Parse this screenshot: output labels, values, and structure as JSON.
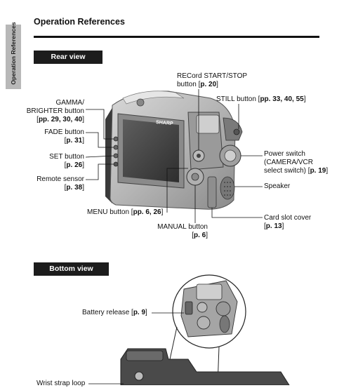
{
  "side_tab": "Operation References",
  "page_title": "Operation References",
  "rear_view": {
    "heading": "Rear view",
    "labels": {
      "record_1": "RECord START/STOP",
      "record_2a": "button [",
      "record_2b": "p. 20",
      "record_2c": "]",
      "still_a": "STILL button [",
      "still_b": "pp. 33, 40, 55",
      "still_c": "]",
      "gamma_1": "GAMMA/",
      "gamma_2": "BRIGHTER button",
      "gamma_3a": "[",
      "gamma_3b": "pp. 29, 30, 40",
      "gamma_3c": "]",
      "fade_1": "FADE button",
      "fade_2a": "[",
      "fade_2b": "p. 31",
      "fade_2c": "]",
      "set_1": "SET button",
      "set_2a": "[",
      "set_2b": "p. 26",
      "set_2c": "]",
      "remote_1": "Remote sensor",
      "remote_2a": "[",
      "remote_2b": "p. 38",
      "remote_2c": "]",
      "power_1": "Power switch",
      "power_2": "(CAMERA/VCR",
      "power_3a": "select switch) [",
      "power_3b": "p. 19",
      "power_3c": "]",
      "speaker": "Speaker",
      "menu_a": "MENU button [",
      "menu_b": "pp. 6, 26",
      "menu_c": "]",
      "manual_1": "MANUAL button",
      "manual_2a": "[",
      "manual_2b": "p. 6",
      "manual_2c": "]",
      "card_1": "Card slot cover",
      "card_2a": "[",
      "card_2b": "p. 13",
      "card_2c": "]"
    }
  },
  "bottom_view": {
    "heading": "Bottom view",
    "battery_a": "Battery release [",
    "battery_b": "p. 9",
    "battery_c": "]",
    "wrist": "Wrist strap loop"
  },
  "brand": "SHARP",
  "colors": {
    "heading_bar": "#1c1c1c",
    "side_tab": "#b8b8b8",
    "body_grey": "#a9a9a9"
  }
}
